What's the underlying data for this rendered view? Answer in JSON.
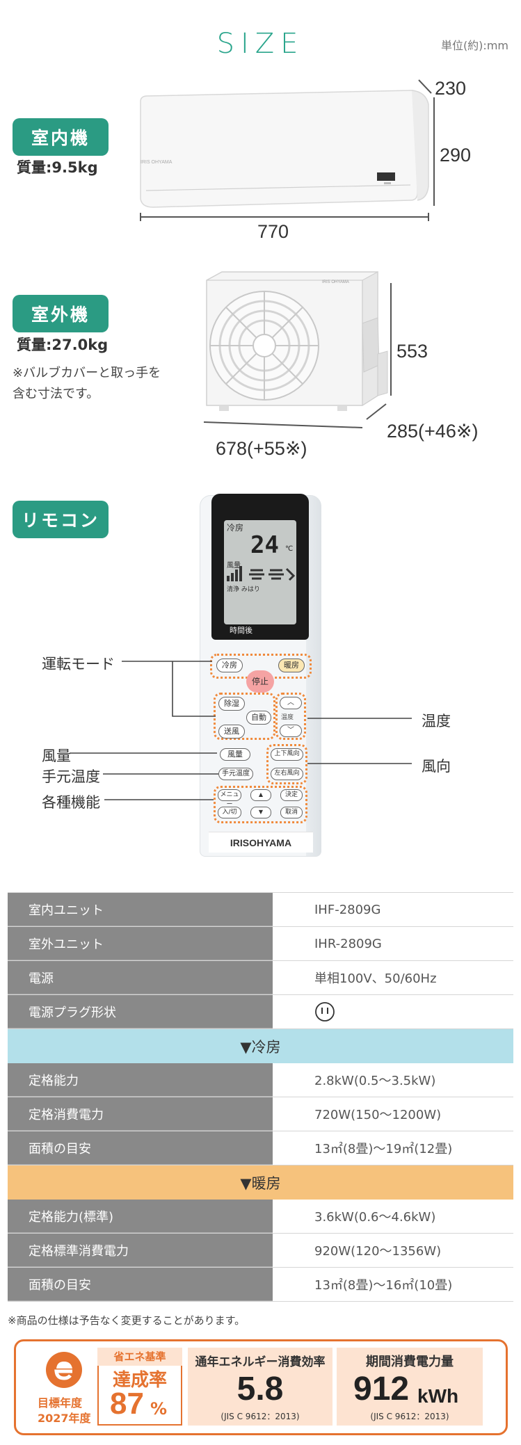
{
  "header": {
    "title": "SIZE",
    "unit": "単位(約):mm"
  },
  "indoor": {
    "label": "室内機",
    "weight": "質量:9.5kg",
    "depth": "230",
    "height": "290",
    "width": "770",
    "brand_mark": "IRIS OHYAMA"
  },
  "outdoor": {
    "label": "室外機",
    "weight": "質量:27.0kg",
    "note_line1": "※バルブカバーと取っ手を",
    "note_line2": "含む寸法です。",
    "height": "553",
    "depth": "285(+46※)",
    "width": "678(+55※)",
    "brand_mark": "IRIS OHYAMA"
  },
  "remote": {
    "label": "リモコン",
    "display": {
      "mode": "冷房",
      "temp": "24",
      "unit": "℃",
      "fan_label": "風量",
      "sub_label": "清浄 みはり",
      "timer": "時間後"
    },
    "buttons": {
      "cool": "冷房",
      "heat": "暖房",
      "stop": "停止",
      "dehumid": "除湿",
      "auto": "自動",
      "fan": "送風",
      "temp_label": "温度",
      "up": "︿",
      "down": "﹀",
      "fan_speed": "風量",
      "local_temp": "手元温度",
      "vertical": "上下風向",
      "horizontal": "左右風向",
      "menu": "メニュー",
      "nav_up": "▲",
      "nav_down": "▼",
      "ok": "決定",
      "onoff": "入/切",
      "cancel": "取消"
    },
    "brand": "IRISOHYAMA",
    "callouts": {
      "mode": "運転モード",
      "temp": "温度",
      "fan": "風量",
      "local_temp": "手元温度",
      "direction": "風向",
      "functions": "各種機能"
    }
  },
  "spec_table": {
    "rows_top": [
      {
        "k": "室内ユニット",
        "v": "IHF-2809G"
      },
      {
        "k": "室外ユニット",
        "v": "IHR-2809G"
      },
      {
        "k": "電源",
        "v": "単相100V、50/60Hz"
      },
      {
        "k": "電源プラグ形状",
        "v": ""
      }
    ],
    "cool_header": "▼冷房",
    "rows_cool": [
      {
        "k": "定格能力",
        "v": "2.8kW(0.5～3.5kW)"
      },
      {
        "k": "定格消費電力",
        "v": "720W(150～1200W)"
      },
      {
        "k": "面積の目安",
        "v": "13㎡(8畳)～19㎡(12畳)"
      }
    ],
    "heat_header": "▼暖房",
    "rows_heat": [
      {
        "k": "定格能力(標準)",
        "v": "3.6kW(0.6～4.6kW)"
      },
      {
        "k": "定格標準消費電力",
        "v": "920W(120～1356W)"
      },
      {
        "k": "面積の目安",
        "v": "13㎡(8畳)～16㎡(10畳)"
      }
    ]
  },
  "footnote": "※商品の仕様は予告なく変更することがあります。",
  "energy": {
    "target_line1": "目標年度",
    "target_line2": "2027年度",
    "standard_label": "省エネ基準",
    "achievement_label": "達成率",
    "achievement_value": "87",
    "achievement_unit": "%",
    "efficiency_title": "通年エネルギー消費効率",
    "efficiency_value": "5.8",
    "efficiency_note": "(JIS C 9612：2013)",
    "annual_title": "期間消費電力量",
    "annual_value": "912",
    "annual_unit": "kWh",
    "annual_note": "(JIS C 9612：2013)"
  },
  "colors": {
    "teal": "#2b9b83",
    "cool": "#b3e0ea",
    "heat": "#f6c27c",
    "orange": "#e5722f"
  }
}
